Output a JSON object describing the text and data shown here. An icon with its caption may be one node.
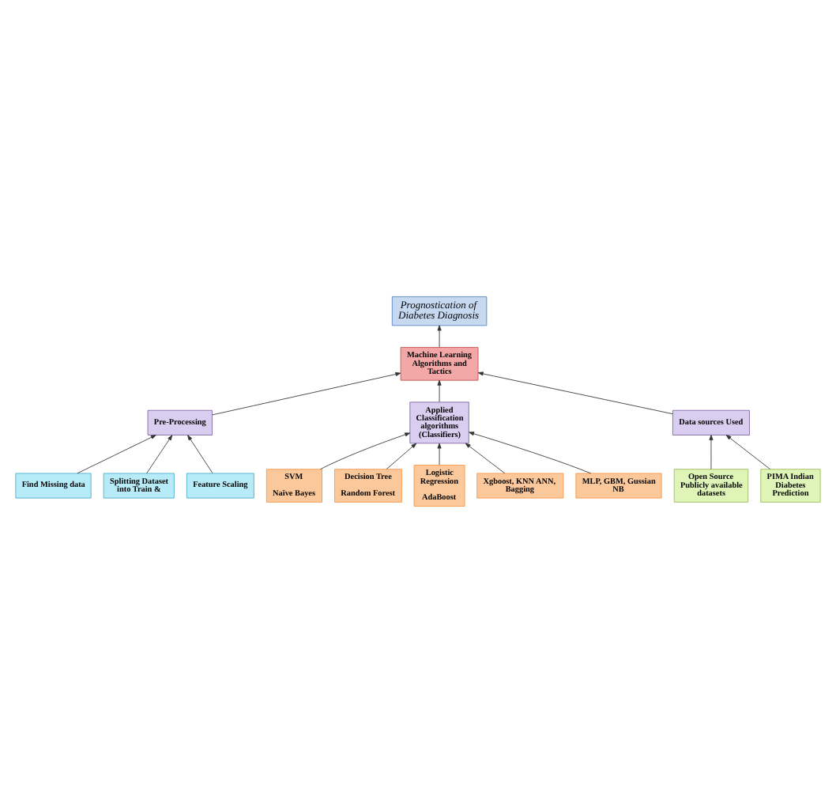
{
  "diagram": {
    "nodes": [
      {
        "text": [
          "Prognostication of Diabetes Diagnosis"
        ]
      },
      {
        "text": [
          "Machine Learning Algorithms and Tactics"
        ]
      },
      {
        "text": [
          "Find Missing data"
        ]
      },
      {
        "text": [
          "Splitting Dataset into Train &"
        ]
      },
      {
        "text": [
          "Feature Scaling"
        ]
      },
      {
        "text": [
          "Pre-Processing"
        ]
      },
      {
        "text": [
          "Applied Classification algorithms (Classifiers)"
        ]
      },
      {
        "text": [
          "Data sources Used"
        ]
      },
      {
        "text": [
          "Open Source Publicly available datasets"
        ]
      },
      {
        "text": [
          "PIMA Indian Diabetes Prediction"
        ]
      },
      {
        "text": [
          "SVM",
          "Naïve Bayes"
        ]
      },
      {
        "text": [
          "Decision Tree",
          "Random Forest"
        ]
      },
      {
        "text": [
          "Logistic Regression",
          "AdaBoost"
        ]
      },
      {
        "text": [
          "Xgboost, KNN ANN, Bagging"
        ]
      },
      {
        "text": [
          "MLP, GBM, Gussian NB"
        ]
      }
    ],
    "edges": [
      {
        "from": 1,
        "to": 0,
        "arrow": "to"
      },
      {
        "from": 5,
        "to": 1,
        "arrow": "to"
      },
      {
        "from": 6,
        "to": 1,
        "arrow": "to"
      },
      {
        "from": 7,
        "to": 1,
        "arrow": "to"
      },
      {
        "from": 2,
        "to": 5,
        "arrow": "to"
      },
      {
        "from": 3,
        "to": 5,
        "arrow": "to"
      },
      {
        "from": 4,
        "to": 5,
        "arrow": "to"
      },
      {
        "from": 8,
        "to": 7,
        "arrow": "to"
      },
      {
        "from": 9,
        "to": 7,
        "arrow": "to"
      },
      {
        "from": 10,
        "to": 6,
        "arrow": "to"
      },
      {
        "from": 11,
        "to": 6,
        "arrow": "to"
      },
      {
        "from": 12,
        "to": 6,
        "arrow": "to"
      },
      {
        "from": 13,
        "to": 6,
        "arrow": "to"
      },
      {
        "from": 14,
        "to": 6,
        "arrow": "to"
      }
    ]
  }
}
